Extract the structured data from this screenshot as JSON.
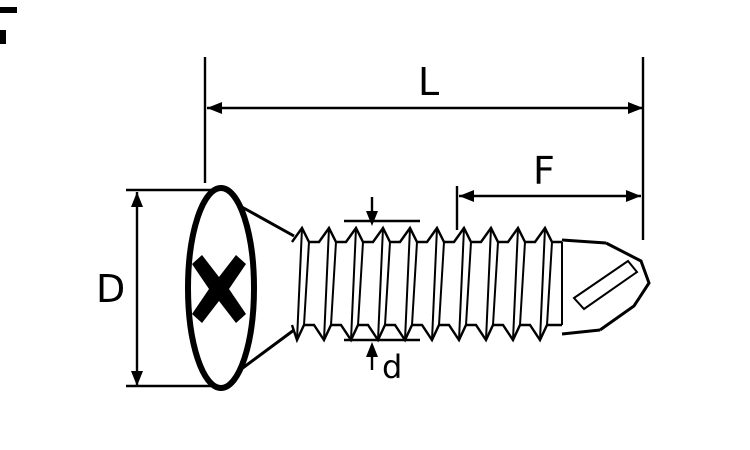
{
  "diagram": {
    "type": "technical-drawing",
    "subject": "countersunk self-drilling screw dimension diagram",
    "labels": {
      "overall_length": "L",
      "point_length": "F",
      "head_diameter": "D",
      "thread_diameter": "d"
    }
  },
  "colors": {
    "line": "#000000",
    "background": "#ffffff"
  }
}
